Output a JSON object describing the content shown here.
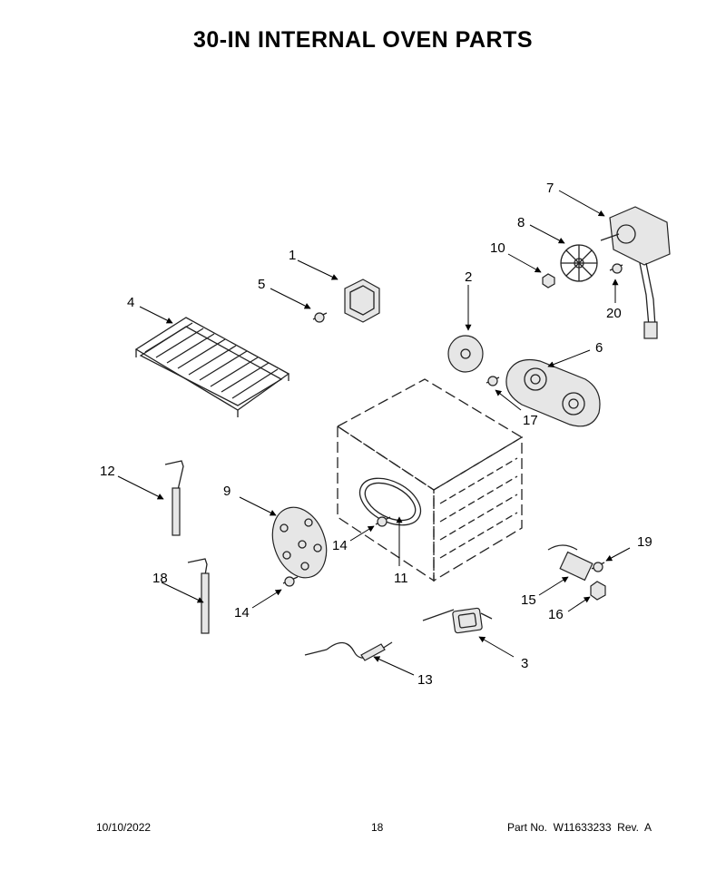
{
  "title": "30-IN INTERNAL OVEN PARTS",
  "footer": {
    "date": "10/10/2022",
    "page": "18",
    "part_number": "Part No.  W11633233  Rev.  A"
  },
  "callouts": [
    {
      "id": "c1",
      "text": "1"
    },
    {
      "id": "c2",
      "text": "2"
    },
    {
      "id": "c3",
      "text": "3"
    },
    {
      "id": "c4",
      "text": "4"
    },
    {
      "id": "c5",
      "text": "5"
    },
    {
      "id": "c6",
      "text": "6"
    },
    {
      "id": "c7",
      "text": "7"
    },
    {
      "id": "c8",
      "text": "8"
    },
    {
      "id": "c9",
      "text": "9"
    },
    {
      "id": "c10",
      "text": "10"
    },
    {
      "id": "c11",
      "text": "11"
    },
    {
      "id": "c12",
      "text": "12"
    },
    {
      "id": "c13",
      "text": "13"
    },
    {
      "id": "c14a",
      "text": "14"
    },
    {
      "id": "c14b",
      "text": "14"
    },
    {
      "id": "c15",
      "text": "15"
    },
    {
      "id": "c16",
      "text": "16"
    },
    {
      "id": "c17",
      "text": "17"
    },
    {
      "id": "c18",
      "text": "18"
    },
    {
      "id": "c19",
      "text": "19"
    },
    {
      "id": "c20",
      "text": "20"
    }
  ]
}
